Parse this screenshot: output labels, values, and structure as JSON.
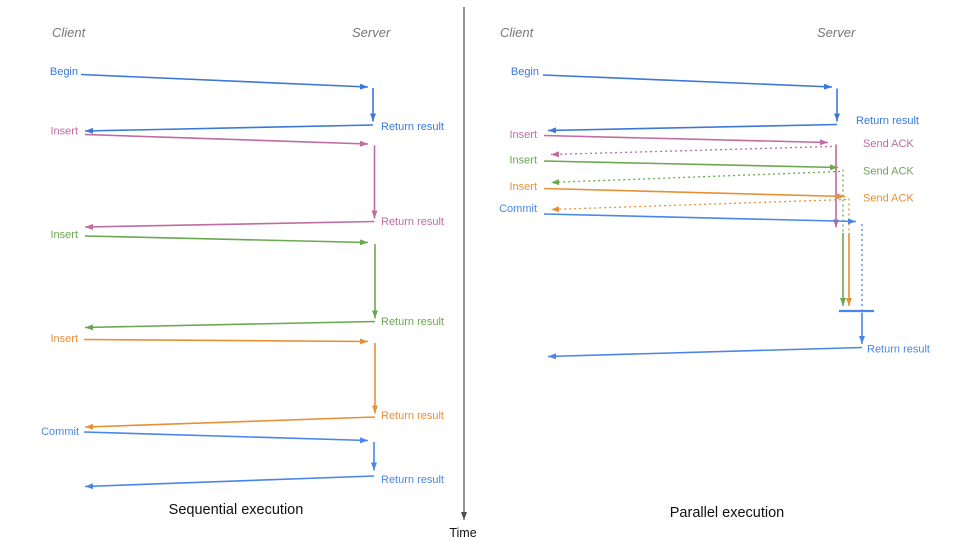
{
  "colors": {
    "blue": "#3b78d8",
    "blue_light": "#4a86e8",
    "pink": "#c06ba1",
    "green": "#6aa84f",
    "orange": "#e69138",
    "gray": "#777777",
    "axis": "#4d4d4d",
    "title": "#111111"
  },
  "time_axis": {
    "label": "Time"
  },
  "left_panel": {
    "title": "Sequential execution",
    "client_header": "Client",
    "server_header": "Server",
    "messages": [
      {
        "label": "Begin",
        "response": "Return result"
      },
      {
        "label": "Insert",
        "response": "Return result"
      },
      {
        "label": "Insert",
        "response": "Return result"
      },
      {
        "label": "Insert",
        "response": "Return result"
      },
      {
        "label": "Commit",
        "response": "Return result"
      }
    ]
  },
  "right_panel": {
    "title": "Parallel execution",
    "client_header": "Client",
    "server_header": "Server",
    "messages": [
      {
        "label": "Begin",
        "response": "Return result"
      },
      {
        "label": "Insert",
        "response": "Send ACK"
      },
      {
        "label": "Insert",
        "response": "Send ACK"
      },
      {
        "label": "Insert",
        "response": "Send ACK"
      },
      {
        "label": "Commit",
        "response": "Return result"
      }
    ]
  }
}
